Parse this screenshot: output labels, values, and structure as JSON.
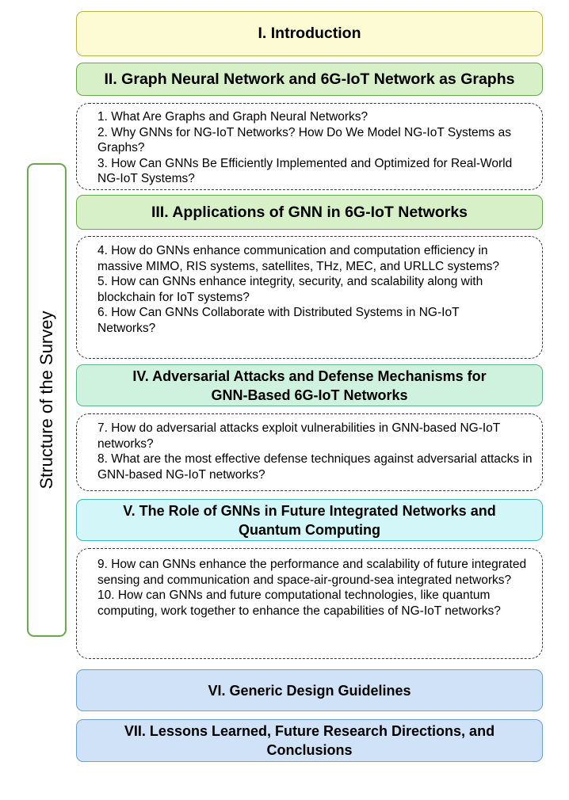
{
  "side_label": "Structure of the Survey",
  "sections": {
    "s1": "I. Introduction",
    "s2": "II. Graph Neural Network and 6G-IoT Network as Graphs",
    "s3": "III. Applications of GNN in 6G-IoT Networks",
    "s4": "IV. Adversarial Attacks and Defense Mechanisms for GNN-Based 6G-IoT Networks",
    "s5": "V. The Role of GNNs in Future Integrated Networks and Quantum Computing",
    "s6": "VI. Generic Design Guidelines",
    "s7": "VII. Lessons Learned, Future Research Directions, and Conclusions"
  },
  "questions": {
    "q1": "1. What Are Graphs and Graph Neural Networks?",
    "q2": "2. Why GNNs for NG-IoT Networks? How Do We Model NG-IoT Systems as Graphs?",
    "q3": "3. How Can GNNs Be Efficiently Implemented and Optimized for Real-World NG-IoT Systems?",
    "q4": "4. How do GNNs enhance communication and computation efficiency in massive MIMO, RIS systems, satellites, THz, MEC, and URLLC systems?",
    "q5": "5. How can GNNs enhance integrity, security, and scalability along with blockchain for IoT systems?",
    "q6": "6. How Can GNNs Collaborate with Distributed Systems in NG-IoT Networks?",
    "q7": "7. How do adversarial attacks exploit vulnerabilities in GNN-based NG-IoT networks?",
    "q8": "8. What are the most effective defense techniques against adversarial attacks in GNN-based NG-IoT networks?",
    "q9": "9. How can GNNs enhance the performance and scalability of future integrated sensing and communication and space-air-ground-sea integrated networks?",
    "q10": "10. How can GNNs and future computational technologies, like quantum computing, work together to enhance the capabilities of NG-IoT networks?"
  }
}
